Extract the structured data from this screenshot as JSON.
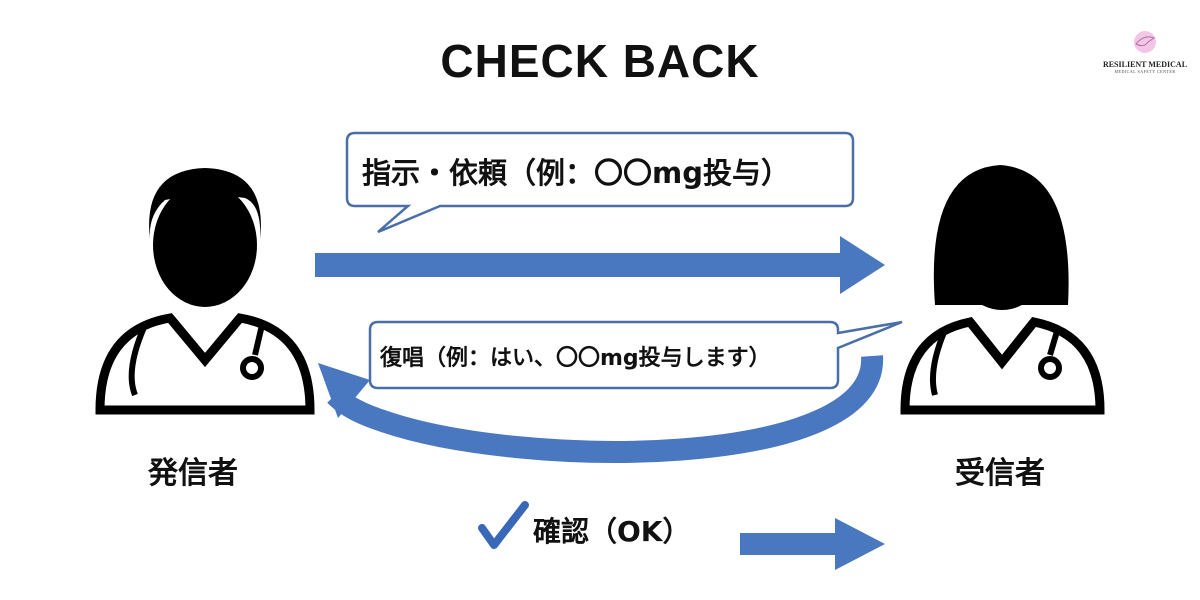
{
  "title": "CHECK BACK",
  "logo": {
    "name": "RESILIENT MEDICAL",
    "subtitle": "MEDICAL SAFETY CENTER"
  },
  "sender": {
    "label": "発信者"
  },
  "receiver": {
    "label": "受信者"
  },
  "instruction_bubble": "指示・依頼（例：〇〇mg投与）",
  "readback_bubble": "復唱（例：はい、〇〇mg投与します）",
  "confirm": {
    "label": "確認（OK）",
    "icon": "check-icon"
  },
  "colors": {
    "arrow": "#4a78c0",
    "bubble_border": "#4a6fa8",
    "check": "#3a68b8"
  }
}
